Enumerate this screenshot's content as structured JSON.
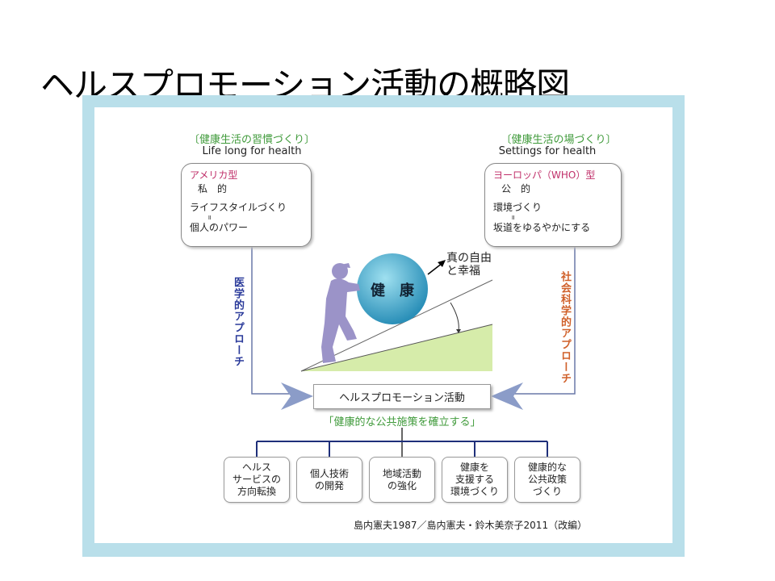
{
  "title": "ヘルスプロモーション活動の概略図",
  "left": {
    "heading": "〔健康生活の習慣づくり〕",
    "subheading": "Life long for health",
    "type": "アメリカ型",
    "line1": "私　的",
    "line2": "ライフスタイルづくり",
    "equals": "॥",
    "line3": "個人のパワー",
    "approach": "医学的アプローチ"
  },
  "right": {
    "heading": "〔健康生活の場づくり〕",
    "subheading": "Settings for health",
    "type": "ヨーロッパ（WHO）型",
    "line1": "公　的",
    "line2": "環境づくり",
    "equals": "॥",
    "line3": "坂道をゆるやかにする",
    "approach": "社会科学的アプローチ"
  },
  "ball": "健　康",
  "goal": [
    "真の自由",
    "と幸福"
  ],
  "center": {
    "label": "ヘルスプロモーション活動",
    "policy": "「健康的な公共施策を確立する」"
  },
  "leaves": [
    [
      "ヘルス",
      "サービスの",
      "方向転換"
    ],
    [
      "個人技術",
      "の開発"
    ],
    [
      "地域活動",
      "の強化"
    ],
    [
      "健康を",
      "支援する",
      "環境づくり"
    ],
    [
      "健康的な",
      "公共政策",
      "づくり"
    ]
  ],
  "citation": "島内憲夫1987／島内憲夫・鈴木美奈子2011（改編）",
  "colors": {
    "frame": "#b9dfea",
    "green": "#3f9a3a",
    "ball": "#3aa6c8",
    "person": "#9b93c8",
    "slope": "#d6ecaa",
    "arrow": "#8b9cc8",
    "tree": "#1f2f7a"
  }
}
